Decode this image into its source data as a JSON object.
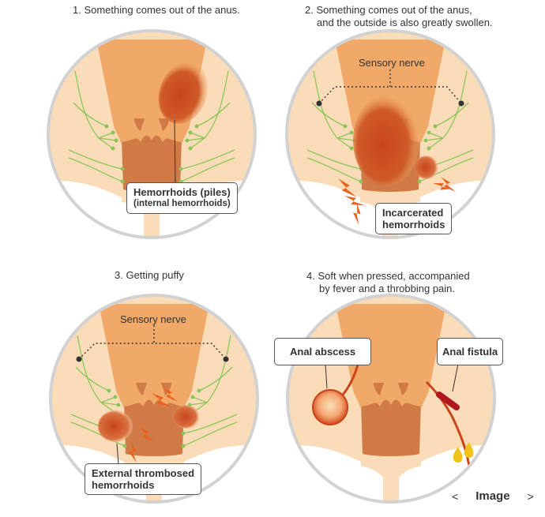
{
  "panels": [
    {
      "caption_lines": [
        "1. Something comes out of the anus."
      ],
      "callout_lines": [
        "Hemorrhoids (piles)",
        "(internal hemorrhoids)"
      ]
    },
    {
      "caption_lines": [
        "2. Something comes out of the anus,",
        "and the outside is also greatly swollen."
      ],
      "nerve_label": "Sensory nerve",
      "callout_lines": [
        "Incarcerated",
        "hemorrhoids"
      ]
    },
    {
      "caption_lines": [
        "3. Getting puffy"
      ],
      "nerve_label": "Sensory nerve",
      "callout_lines": [
        "External thrombosed",
        "hemorrhoids"
      ]
    },
    {
      "caption_lines": [
        "4. Soft when pressed, accompanied",
        "by fever and a throbbing pain."
      ],
      "callout_left": "Anal abscess",
      "callout_right": "Anal fistula"
    }
  ],
  "nav": {
    "prev": "<",
    "label": "Image",
    "next": ">"
  },
  "colors": {
    "skin": "#fbdcb8",
    "muscle": "#f0a969",
    "canal": "#d07b47",
    "nerve": "#8cc659",
    "hemorrhoid": "#c8451c",
    "pain": "#e8621c",
    "pus": "#f2c21c",
    "circle_border": "#d2d2d2"
  }
}
